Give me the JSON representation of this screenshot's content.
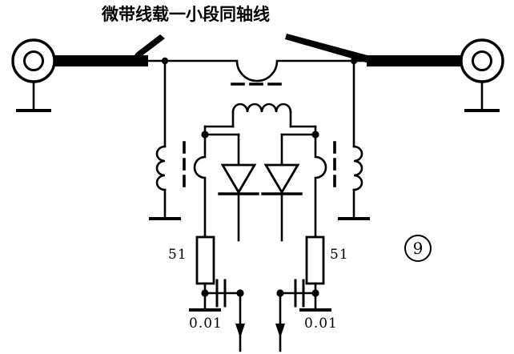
{
  "figure": {
    "title": "微带线载一小段同轴线",
    "figure_number": "9",
    "background_color": "#ffffff",
    "ink_color": "#000000"
  },
  "annotations": {
    "title_text": "微带线载一小段同轴线",
    "leader_count": 2,
    "leader_targets": [
      "left-microstrip-coax-segment",
      "right-microstrip-coax-segment"
    ]
  },
  "components": {
    "connector_left": {
      "name": "coaxial-connector-left",
      "type": "coax-connector"
    },
    "connector_right": {
      "name": "coaxial-connector-right",
      "type": "coax-connector"
    },
    "microstrip_left": {
      "name": "microstrip-coax-left",
      "type": "coax-line-segment"
    },
    "microstrip_right": {
      "name": "microstrip-coax-right",
      "type": "coax-line-segment"
    },
    "transformer": {
      "name": "center-transformer",
      "type": "coil-with-core",
      "turns": 4,
      "core": "dashed"
    },
    "choke_left": {
      "name": "rf-choke-left",
      "type": "inductor",
      "turns": 3
    },
    "choke_right": {
      "name": "rf-choke-right",
      "type": "inductor",
      "turns": 3
    },
    "diode_left": {
      "name": "detector-diode-left",
      "type": "diode",
      "orientation": "down"
    },
    "diode_right": {
      "name": "detector-diode-right",
      "type": "diode",
      "orientation": "down"
    },
    "resistor_left": {
      "name": "resistor-left",
      "value": "51"
    },
    "resistor_right": {
      "name": "resistor-right",
      "value": "51"
    },
    "capacitor_left": {
      "name": "capacitor-left",
      "value": "0.01"
    },
    "capacitor_right": {
      "name": "capacitor-right",
      "value": "0.01"
    }
  },
  "labels": {
    "resistor_left_value": "51",
    "resistor_right_value": "51",
    "capacitor_left_value": "0.01",
    "capacitor_right_value": "0.01",
    "figure_number": "9"
  },
  "outputs": {
    "left_output_arrow": "down",
    "right_output_arrow": "down"
  }
}
